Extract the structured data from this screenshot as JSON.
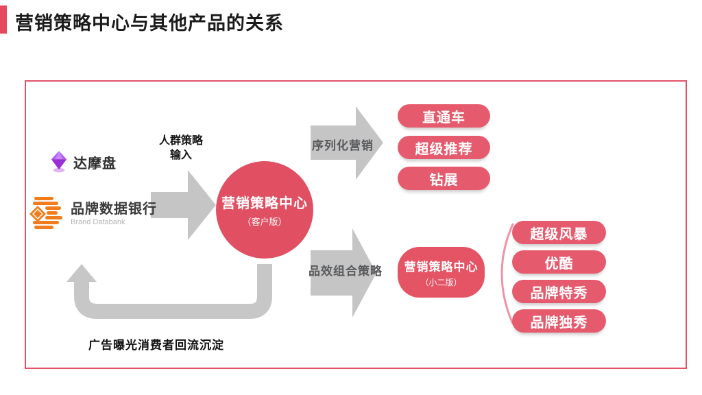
{
  "page_title": "营销策略中心与其他产品的关系",
  "palette": {
    "accent_red": "#e8485e",
    "node_pink": "#e04f62",
    "pill_pink": "#e55b6d",
    "panel_border_pink": "#e2536a",
    "arrow_gray": "#c5c5c6",
    "damopan_purple": "#a64df0",
    "databank_orange": "#f07c1e"
  },
  "diagram": {
    "sources": [
      {
        "name": "达摩盘",
        "icon": "damopan-gem-icon"
      },
      {
        "name": "品牌数据银行",
        "subtitle": "Brand Databank",
        "icon": "brand-databank-icon"
      }
    ],
    "labels": {
      "crowd_input": "人群策略\n输入",
      "serialized_marketing": "序列化营销",
      "brand_effect_combo": "品效组合策略",
      "feedback_loop": "广告曝光消费者回流沉淀"
    },
    "center_node": {
      "title": "营销策略中心",
      "subtitle": "（客户版）"
    },
    "serialized_products": [
      {
        "label": "直通车"
      },
      {
        "label": "超级推荐"
      },
      {
        "label": "钻展"
      }
    ],
    "xiaoer_node": {
      "title": "营销策略中心",
      "subtitle": "（小二版）"
    },
    "combo_products": [
      {
        "label": "超级风暴"
      },
      {
        "label": "优酷"
      },
      {
        "label": "品牌特秀"
      },
      {
        "label": "品牌独秀"
      }
    ]
  }
}
